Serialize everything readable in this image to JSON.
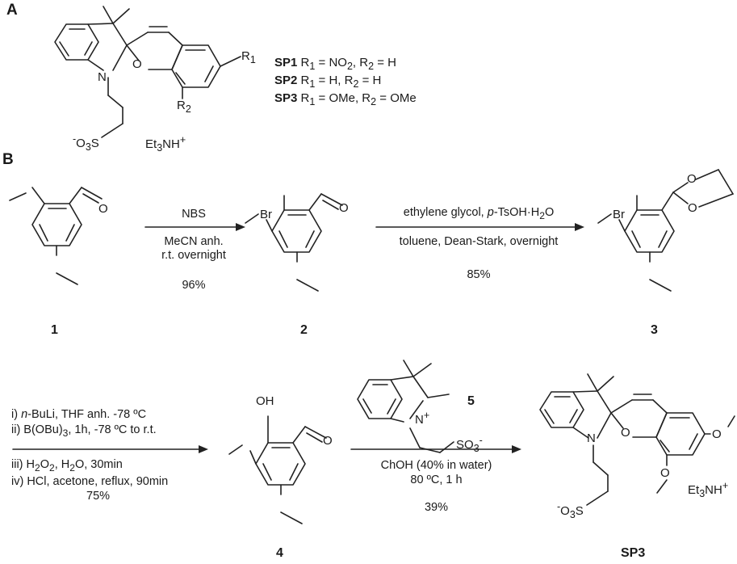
{
  "panels": {
    "a": "A",
    "b": "B"
  },
  "legend": [
    {
      "name": "SP1",
      "r1": "NO",
      "r1_sub": "2",
      "r2": "H"
    },
    {
      "name": "SP2",
      "r1": "H",
      "r2": "H"
    },
    {
      "name": "SP3",
      "r1": "OMe",
      "r2": "OMe"
    }
  ],
  "structure_text": {
    "r_prefix": "R",
    "sub1": "1",
    "sub2": "2",
    "n": "N",
    "o": "O",
    "br": "Br",
    "oh": "OH",
    "so3_left": "O",
    "so3_sub": "3",
    "so3_s": "S",
    "counterion": "Et",
    "counterion_sub": "3",
    "counterion_rest": "NH",
    "counterion_sup": "+",
    "minus": "-",
    "so3_right": "SO",
    "plus": "+"
  },
  "compounds": {
    "c1": "1",
    "c2": "2",
    "c3": "3",
    "c4": "4",
    "c5": "5",
    "sp3": "SP3"
  },
  "step1": {
    "above": "NBS",
    "below1": "MeCN anh.",
    "below2": "r.t. overnight",
    "yield": "96%"
  },
  "step2": {
    "above_a": "ethylene glycol, ",
    "above_b": "p",
    "above_c": "-TsOH·H",
    "above_sub": "2",
    "above_d": "O",
    "below": "toluene, Dean-Stark, overnight",
    "yield": "85%"
  },
  "step3": {
    "i_a": "i) ",
    "i_b": "n",
    "i_c": "-BuLi, THF anh. -78 ºC",
    "ii_a": "ii) B(OBu)",
    "ii_sub": "3",
    "ii_b": ", 1h, -78 ºC to r.t.",
    "iii_a": "iii) H",
    "iii_sub1": "2",
    "iii_b": "O",
    "iii_sub2": "2",
    "iii_c": ", H",
    "iii_sub3": "2",
    "iii_d": "O, 30min",
    "iv": "iv) HCl, acetone, reflux, 90min",
    "yield": "75%"
  },
  "step4": {
    "below1": "ChOH (40% in water)",
    "below2": "80 ºC, 1 h",
    "yield": "39%"
  }
}
